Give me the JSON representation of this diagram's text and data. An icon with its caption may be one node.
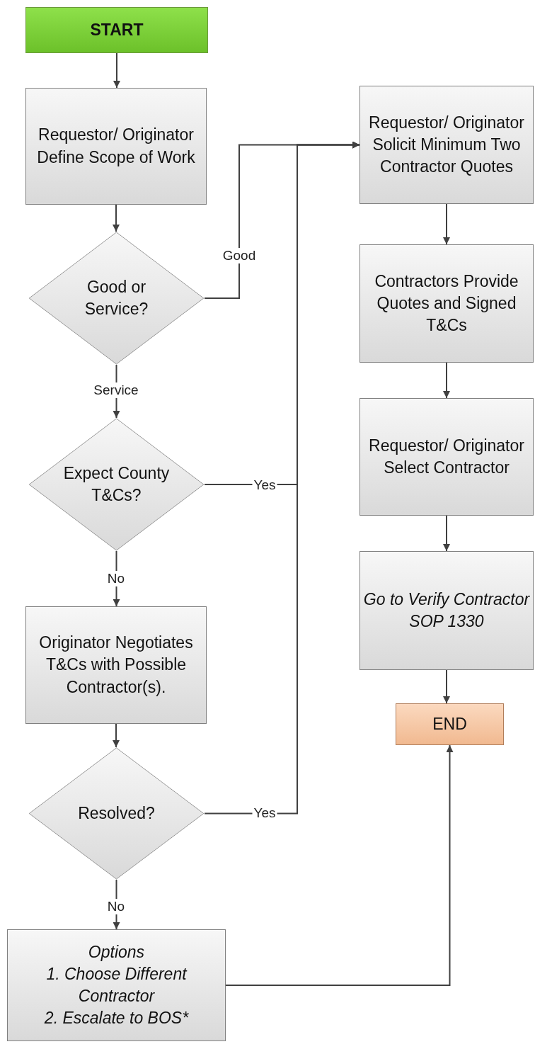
{
  "diagram": {
    "nodes": [
      {
        "text": [
          "START"
        ]
      },
      {
        "text": [
          "Requestor/ Originator Define Scope of Work"
        ]
      },
      {
        "text": [
          "Good or Service?"
        ]
      },
      {
        "text": [
          "Expect County T&Cs?"
        ]
      },
      {
        "text": [
          "Originator Negotiates T&Cs with Possible Contractor(s)."
        ]
      },
      {
        "text": [
          "Resolved?"
        ]
      },
      {
        "text": [
          "Options",
          "1. Choose Different Contractor",
          "2. Escalate to BOS*"
        ]
      },
      {
        "text": [
          "Requestor/ Originator Solicit Minimum Two Contractor Quotes"
        ]
      },
      {
        "text": [
          "Contractors Provide Quotes and Signed T&Cs"
        ]
      },
      {
        "text": [
          "Requestor/ Originator Select Contractor"
        ]
      },
      {
        "text": [
          "Go to Verify Contractor SOP 1330"
        ]
      },
      {
        "text": [
          "END"
        ]
      }
    ],
    "edges": [
      {
        "from": 0,
        "to": 1,
        "arrow": "to"
      },
      {
        "from": 1,
        "to": 2,
        "arrow": "to"
      },
      {
        "from": 2,
        "to": 7,
        "arrow": "to",
        "label": "Good"
      },
      {
        "from": 2,
        "to": 3,
        "arrow": "to",
        "label": "Service"
      },
      {
        "from": 3,
        "to": 7,
        "arrow": "to",
        "label": "Yes"
      },
      {
        "from": 3,
        "to": 4,
        "arrow": "to",
        "label": "No"
      },
      {
        "from": 4,
        "to": 5,
        "arrow": "to"
      },
      {
        "from": 5,
        "to": 7,
        "arrow": "to",
        "label": "Yes"
      },
      {
        "from": 5,
        "to": 6,
        "arrow": "to",
        "label": "No"
      },
      {
        "from": 7,
        "to": 8,
        "arrow": "to"
      },
      {
        "from": 8,
        "to": 9,
        "arrow": "to"
      },
      {
        "from": 9,
        "to": 10,
        "arrow": "to"
      },
      {
        "from": 10,
        "to": 11,
        "arrow": "to"
      },
      {
        "from": 6,
        "to": 11,
        "arrow": "to"
      }
    ]
  }
}
